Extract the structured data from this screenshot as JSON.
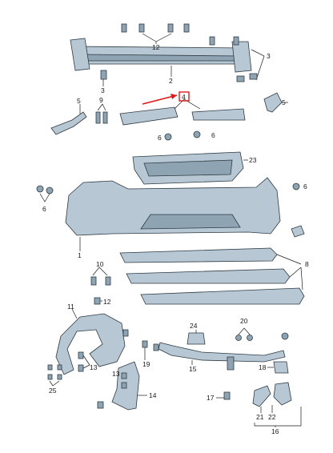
{
  "callouts": {
    "c1": "1",
    "c2": "2",
    "c3a": "3",
    "c3b": "3",
    "c4": "4",
    "c5a": "5",
    "c5b": "5",
    "c6a": "6",
    "c6b": "6",
    "c6c": "6",
    "c6d": "6",
    "c8": "8",
    "c9": "9",
    "c10": "10",
    "c11": "11",
    "c12a": "12",
    "c12b": "12",
    "c13a": "13",
    "c13b": "13",
    "c14": "14",
    "c15": "15",
    "c16": "16",
    "c17": "17",
    "c18": "18",
    "c19": "19",
    "c20": "20",
    "c21": "21",
    "c22": "22",
    "c23": "23",
    "c24": "24",
    "c25": "25"
  },
  "colors": {
    "part_fill": "#b7c7d3",
    "part_dark": "#8fa4b3",
    "outline": "#2d3a44",
    "highlight": "#e0191b"
  }
}
